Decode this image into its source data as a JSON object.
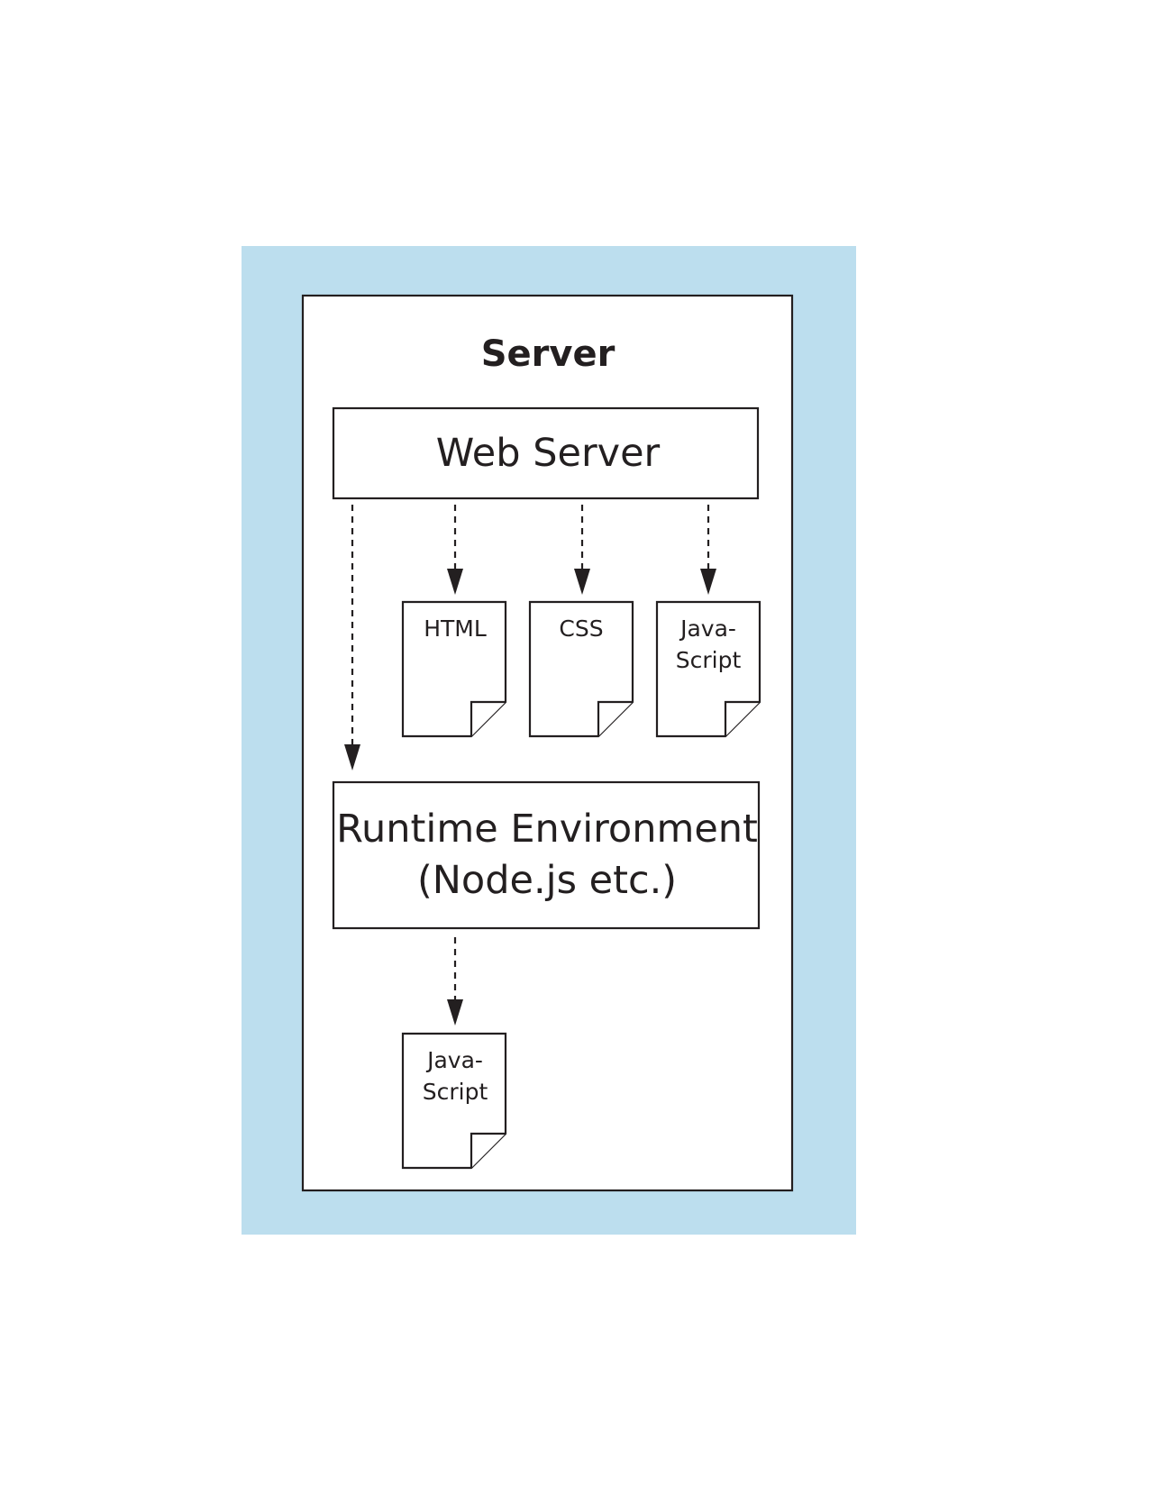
{
  "colors": {
    "background_panel": "#bcdeee",
    "stroke": "#231f20",
    "box_fill": "#ffffff"
  },
  "server": {
    "title": "Server"
  },
  "web_server": {
    "label": "Web Server"
  },
  "documents_top": [
    {
      "lines": [
        "HTML"
      ]
    },
    {
      "lines": [
        "CSS"
      ]
    },
    {
      "lines": [
        "Java-",
        "Script"
      ]
    }
  ],
  "runtime": {
    "line1": "Runtime Environment",
    "line2": "(Node.js etc.)"
  },
  "document_bottom": {
    "lines": [
      "Java-",
      "Script"
    ]
  }
}
